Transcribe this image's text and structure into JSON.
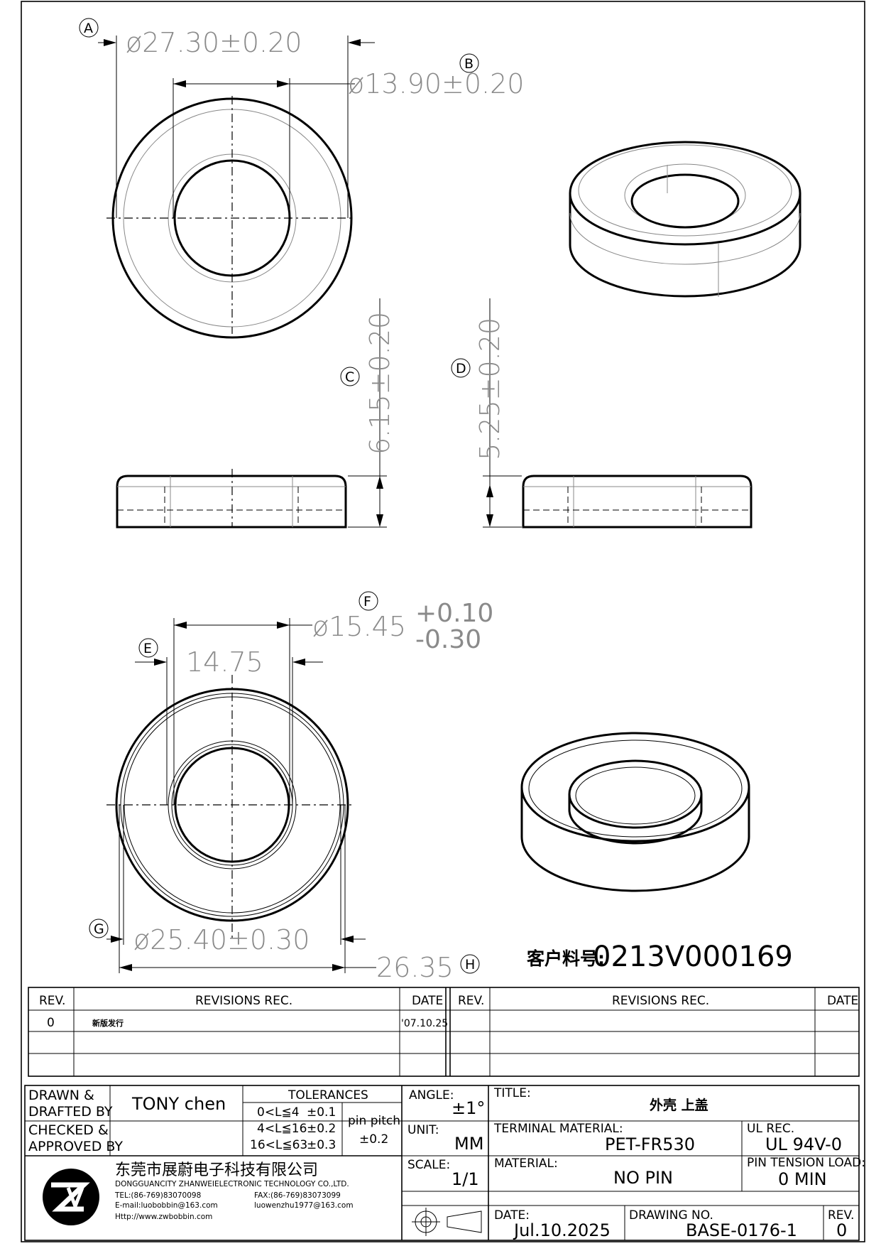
{
  "callouts": {
    "A": "A",
    "B": "B",
    "C": "C",
    "D": "D",
    "E": "E",
    "F": "F",
    "G": "G",
    "H": "H"
  },
  "dimensions": {
    "A": "ø27.30±0.20",
    "B": "ø13.90±0.20",
    "C": "6.15±0.20",
    "D": "5.25±0.20",
    "E": "14.75",
    "F_main": "ø15.45",
    "F_plus": "+0.10",
    "F_minus": "-0.30",
    "G": "ø25.40±0.30",
    "H": "26.35"
  },
  "customer_part": {
    "label": "客户料号:",
    "value": "0213V000169"
  },
  "revisions": {
    "headers": {
      "rev": "REV.",
      "rec": "REVISIONS  REC.",
      "date": "DATE"
    },
    "rows": [
      {
        "rev": "0",
        "rec": "新版发行",
        "date": "'07.10.25"
      }
    ]
  },
  "title_block": {
    "drawn_label_1": "DRAWN &",
    "drawn_label_2": "DRAFTED BY",
    "drawn_value": "TONY chen",
    "checked_label_1": "CHECKED &",
    "checked_label_2": "APPROVED BY",
    "checked_value": "",
    "tolerances_title": "TOLERANCES",
    "tolerances": [
      {
        "range": "0<L≦4",
        "value": "±0.1"
      },
      {
        "range": "4<L≦16",
        "value": "±0.2"
      },
      {
        "range": "16<L≦63",
        "value": "±0.3"
      }
    ],
    "pin_pitch_label": "pin pitch",
    "pin_pitch_value": "±0.2",
    "angle_label": "ANGLE:",
    "angle_value": "±1°",
    "unit_label": "UNIT:",
    "unit_value": "MM",
    "scale_label": "SCALE:",
    "scale_value": "1/1",
    "title_label": "TITLE:",
    "title_value": "外壳  上盖",
    "terminal_label": "TERMINAL MATERIAL:",
    "terminal_value": "PET-FR530",
    "ul_label": "UL REC.",
    "ul_value": "UL 94V-0",
    "material_label": "MATERIAL:",
    "material_value": "NO PIN",
    "pin_tension_label": "PIN TENSION LOAD:",
    "pin_tension_value": "0 MIN",
    "date_label": "DATE:",
    "date_value": "Jul.10.2025",
    "drawing_no_label": "DRAWING NO.",
    "drawing_no_value": "BASE-0176-1",
    "rev_label": "REV.",
    "rev_value": "0"
  },
  "company": {
    "name_cn": "东莞市展蔚电子科技有限公司",
    "name_en": "DONGGUANCITY ZHANWEIELECTRONIC TECHNOLOGY CO.,LTD.",
    "tel": "TEL:(86-769)83070098",
    "fax": "FAX:(86-769)83073099",
    "email1": "E-mail:luobobbin@163.com",
    "email2": "luowenzhu1977@163.com",
    "web": "Http://www.zwbobbin.com"
  }
}
